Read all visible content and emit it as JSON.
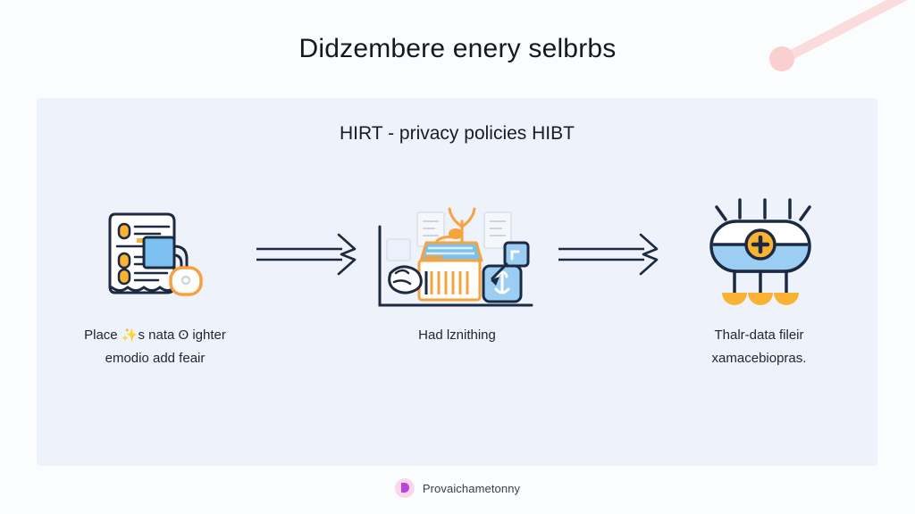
{
  "page": {
    "background_color": "#fbfcfe",
    "title": "Didzembere enery selbrbs"
  },
  "decoration": {
    "pin_icon": "pink-pin-line",
    "pin_color": "#fadcdc",
    "pin_dot_color": "#f9cfcf"
  },
  "panel": {
    "background_color": "#eef2fa",
    "subtitle": "HIRT - privacy policies HIBT"
  },
  "flow": {
    "accent_dark": "#1b2a41",
    "accent_orange": "#f5a33c",
    "accent_blue": "#7cc0ef",
    "arrow_icon": "double-line-arrow-right",
    "steps": [
      {
        "icon": "document-privacy-lock-icon",
        "caption_line1": "Place ✨s nata ʘ ighter",
        "caption_line2": "emodio add feair"
      },
      {
        "icon": "hand-scanner-barcode-icon",
        "caption_line1": "Had lznithing",
        "caption_line2": ""
      },
      {
        "icon": "data-capsule-nodes-icon",
        "caption_line1": "Thalr-data fileir",
        "caption_line2": "xamacebiopras."
      }
    ]
  },
  "footer": {
    "badge_icon": "purple-play-badge",
    "badge_bg": "#fad7ee",
    "badge_fg": "#b843d6",
    "text": "Provaichametonny"
  }
}
